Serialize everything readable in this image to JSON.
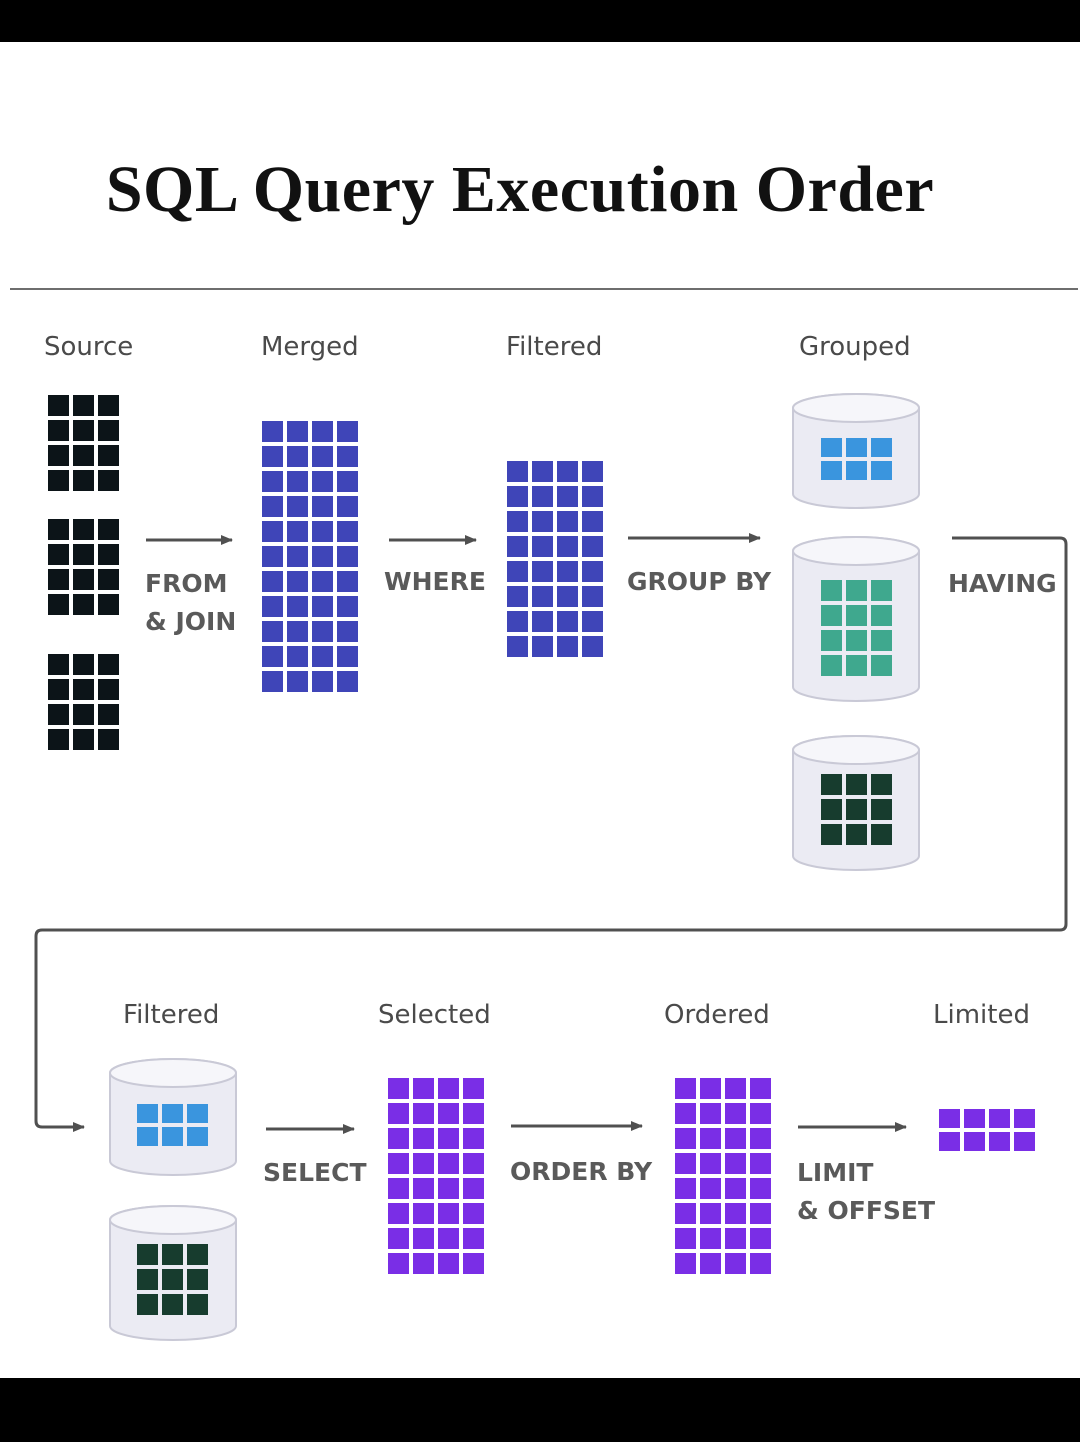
{
  "title": "SQL Query Execution Order",
  "stages": {
    "source": "Source",
    "merged": "Merged",
    "filtered": "Filtered",
    "grouped": "Grouped",
    "filtered2": "Filtered",
    "selected": "Selected",
    "ordered": "Ordered",
    "limited": "Limited"
  },
  "operations": {
    "from": [
      "FROM",
      "& JOIN"
    ],
    "where": [
      "WHERE"
    ],
    "group_by": [
      "GROUP BY"
    ],
    "having": [
      "HAVING"
    ],
    "select": [
      "SELECT"
    ],
    "order_by": [
      "ORDER BY"
    ],
    "limit": [
      "LIMIT",
      "& OFFSET"
    ]
  },
  "colors": {
    "source": "#0c1418",
    "merged": "#3f45b8",
    "light_blue": "#3a95de",
    "teal": "#3fa88e",
    "dark_green": "#173c2e",
    "purple": "#7a2ee6",
    "arrow": "#505050",
    "cylinder_fill": "#ebebf3",
    "cylinder_stroke": "#c9c9d6"
  }
}
